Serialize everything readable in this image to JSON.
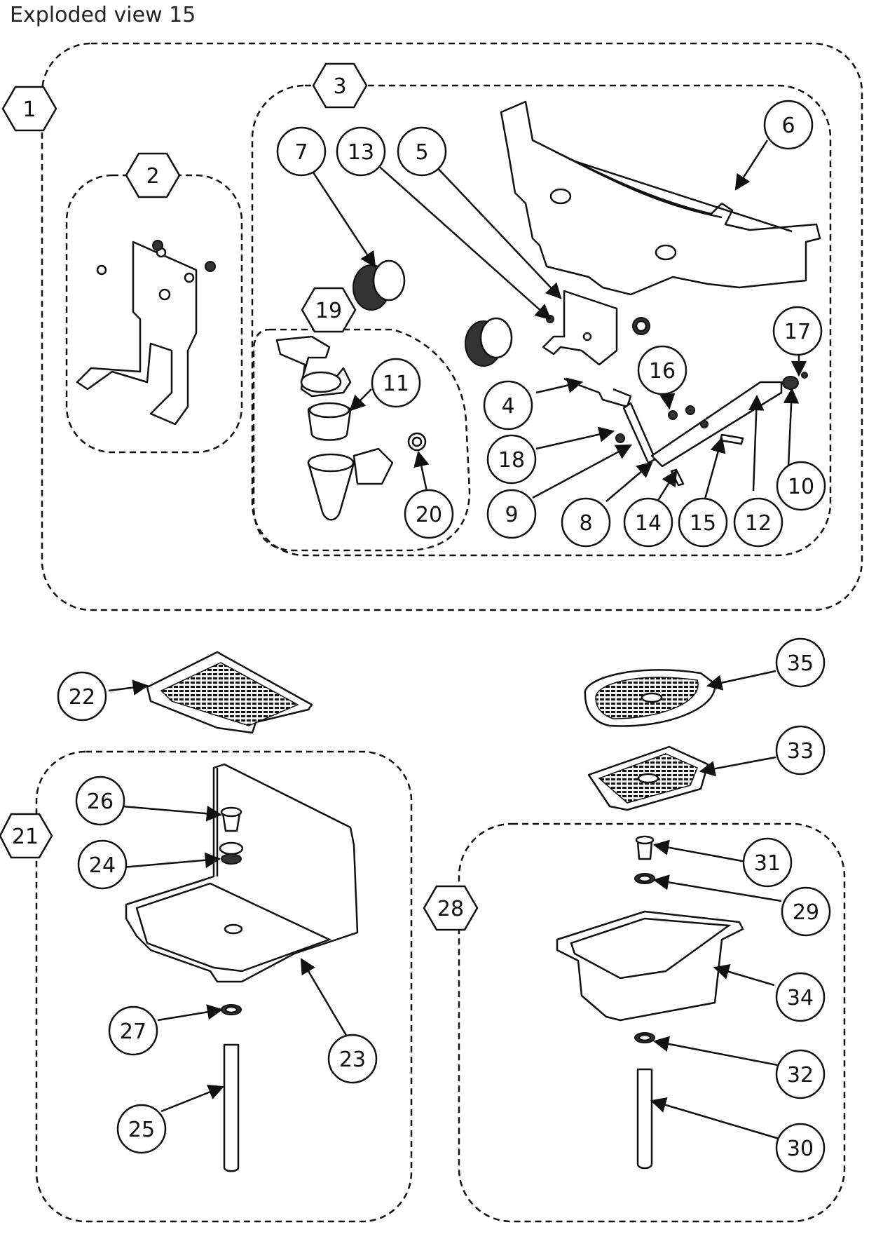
{
  "title": "Exploded view 15",
  "hex_labels": [
    "1",
    "2",
    "3",
    "19",
    "21",
    "28"
  ],
  "circle_labels": [
    "4",
    "5",
    "6",
    "7",
    "8",
    "9",
    "10",
    "11",
    "12",
    "13",
    "14",
    "15",
    "16",
    "17",
    "18",
    "20",
    "22",
    "23",
    "24",
    "25",
    "26",
    "27",
    "29",
    "30",
    "31",
    "32",
    "33",
    "34",
    "35"
  ]
}
